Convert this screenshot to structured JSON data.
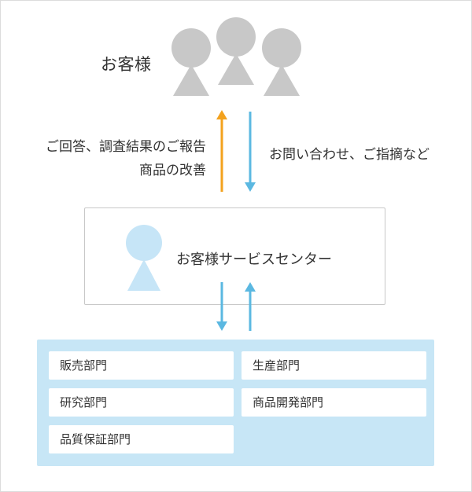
{
  "customers": {
    "label": "お客様"
  },
  "flows": {
    "to_customers": [
      "ご回答、調査結果のご報告",
      "商品の改善"
    ],
    "from_customers": "お問い合わせ、ご指摘など"
  },
  "service_center": {
    "label": "お客様サービスセンター"
  },
  "departments": [
    "販売部門",
    "生産部門",
    "研究部門",
    "商品開発部門",
    "品質保証部門"
  ],
  "colors": {
    "person_gray": "#c8c8c8",
    "person_blue": "#c6e5f7",
    "arrow_orange": "#f3a21e",
    "arrow_blue": "#5bb8e1",
    "panel_blue": "#c7e6f6"
  }
}
